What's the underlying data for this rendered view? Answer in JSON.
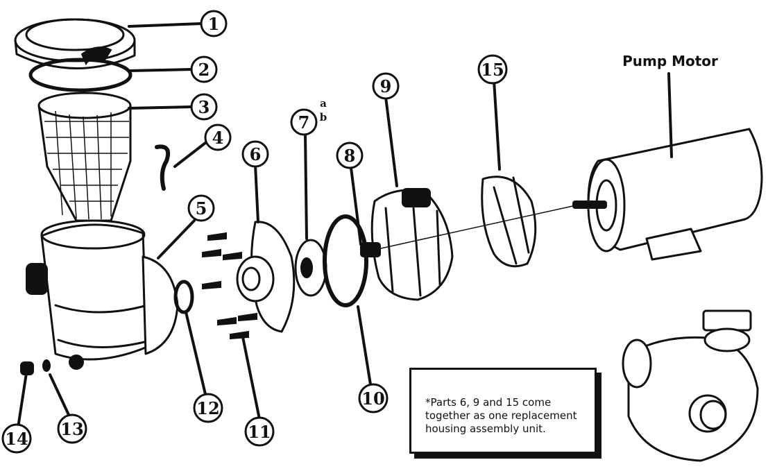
{
  "title_label": "Pump Motor",
  "note": "*Parts 6, 9 and 15 come together as one replacement housing assembly unit.",
  "callouts": [
    {
      "id": "1",
      "label": "1"
    },
    {
      "id": "2",
      "label": "2"
    },
    {
      "id": "3",
      "label": "3"
    },
    {
      "id": "4",
      "label": "4"
    },
    {
      "id": "5",
      "label": "5"
    },
    {
      "id": "6",
      "label": "6"
    },
    {
      "id": "7",
      "label": "7"
    },
    {
      "id": "8",
      "label": "8"
    },
    {
      "id": "9",
      "label": "9"
    },
    {
      "id": "10",
      "label": "10"
    },
    {
      "id": "11",
      "label": "11"
    },
    {
      "id": "12",
      "label": "12"
    },
    {
      "id": "13",
      "label": "13"
    },
    {
      "id": "14",
      "label": "14"
    },
    {
      "id": "15",
      "label": "15"
    }
  ],
  "callout_7_suffix": {
    "a": "a",
    "b": "b"
  },
  "colors": {
    "ink": "#111111",
    "background": "#ffffff"
  }
}
